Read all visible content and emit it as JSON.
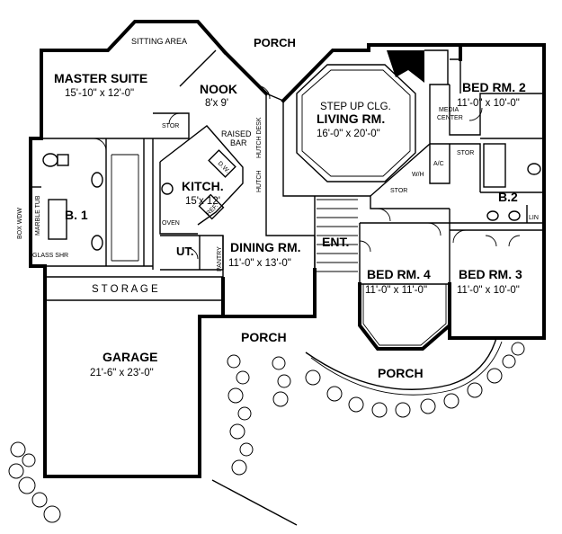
{
  "rooms": {
    "sitting_area": "SITTING AREA",
    "porch_top": "PORCH",
    "master_suite": "MASTER SUITE",
    "master_suite_dim": "15'-10\" x 12'-0\"",
    "nook": "NOOK",
    "nook_dim": "8'x 9'",
    "stor_master": "STOR",
    "raised_bar": "RAISED",
    "raised_bar2": "BAR",
    "kitch": "KITCH.",
    "kitch_dim": "15'x 12'",
    "oven": "OVEN",
    "hutch_desk": "HUTCH DESK",
    "hutch": "HUTCH",
    "step_up": "STEP UP CLG.",
    "living_rm": "LIVING RM.",
    "living_rm_dim": "16'-0\" x 20'-0\"",
    "media_center": "MEDIA",
    "media_center2": "CENTER",
    "bed_rm_2": "BED RM. 2",
    "bed_rm_2_dim": "11'-0\" x 10'-0\"",
    "stor_bed2": "STOR",
    "ac": "A/C",
    "wh": "W/H",
    "stor_hall": "STOR",
    "b2": "B.2",
    "lin": "LIN",
    "b1": "B. 1",
    "box_wdw": "BOX WDW",
    "marble_tub": "MARBLE TUB",
    "glass_shr": "GLASS SHR",
    "ut": "UT.",
    "pantry": "PANTRY",
    "dining_rm": "DINING RM.",
    "dining_rm_dim": "11'-0\" x 13'-0\"",
    "ent": "ENT.",
    "bed_rm_4": "BED RM. 4",
    "bed_rm_4_dim": "11'-0\" x 11'-0\"",
    "bed_rm_3": "BED RM. 3",
    "bed_rm_3_dim": "11'-0\" x 10'-0\"",
    "storage": "S T O R A G E",
    "garage": "GARAGE",
    "garage_dim": "21'-6\" x 23'-0\"",
    "porch_mid": "PORCH",
    "porch_bottom": "PORCH",
    "ref": "REF.",
    "dw": "D.W."
  }
}
